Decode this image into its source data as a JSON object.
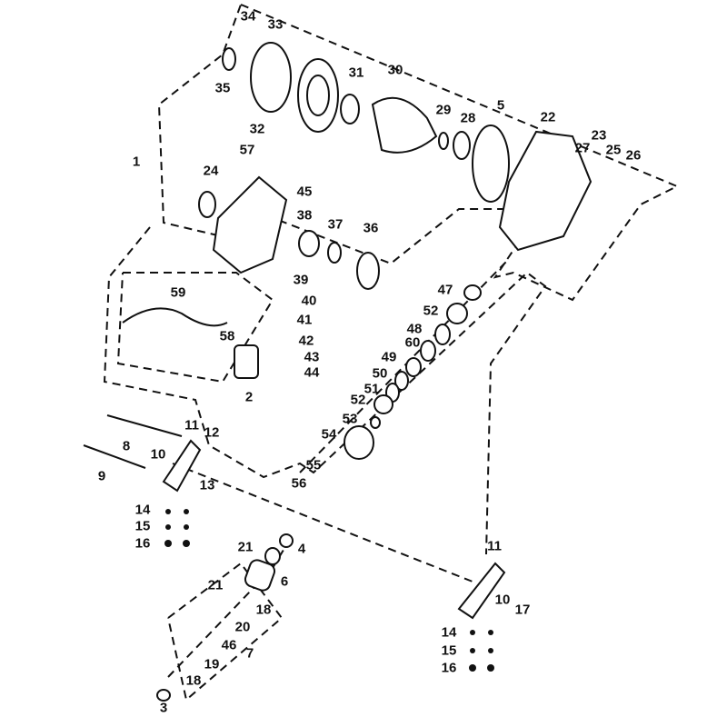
{
  "diagram": {
    "type": "exploded-parts-diagram",
    "line_color": "#111111",
    "callouts": [
      "34",
      "33",
      "35",
      "31",
      "30",
      "32",
      "29",
      "28",
      "5",
      "22",
      "23",
      "27",
      "25",
      "26",
      "1",
      "57",
      "24",
      "45",
      "38",
      "37",
      "36",
      "39",
      "40",
      "41",
      "42",
      "43",
      "44",
      "59",
      "58",
      "2",
      "47",
      "52",
      "60",
      "48",
      "49",
      "50",
      "51",
      "52",
      "53",
      "54",
      "55",
      "56",
      "11",
      "12",
      "10",
      "8",
      "9",
      "13",
      "14",
      "15",
      "16",
      "21",
      "4",
      "6",
      "21",
      "18",
      "20",
      "46",
      "7",
      "19",
      "18",
      "3",
      "11",
      "10",
      "17",
      "14",
      "15",
      "16"
    ]
  }
}
